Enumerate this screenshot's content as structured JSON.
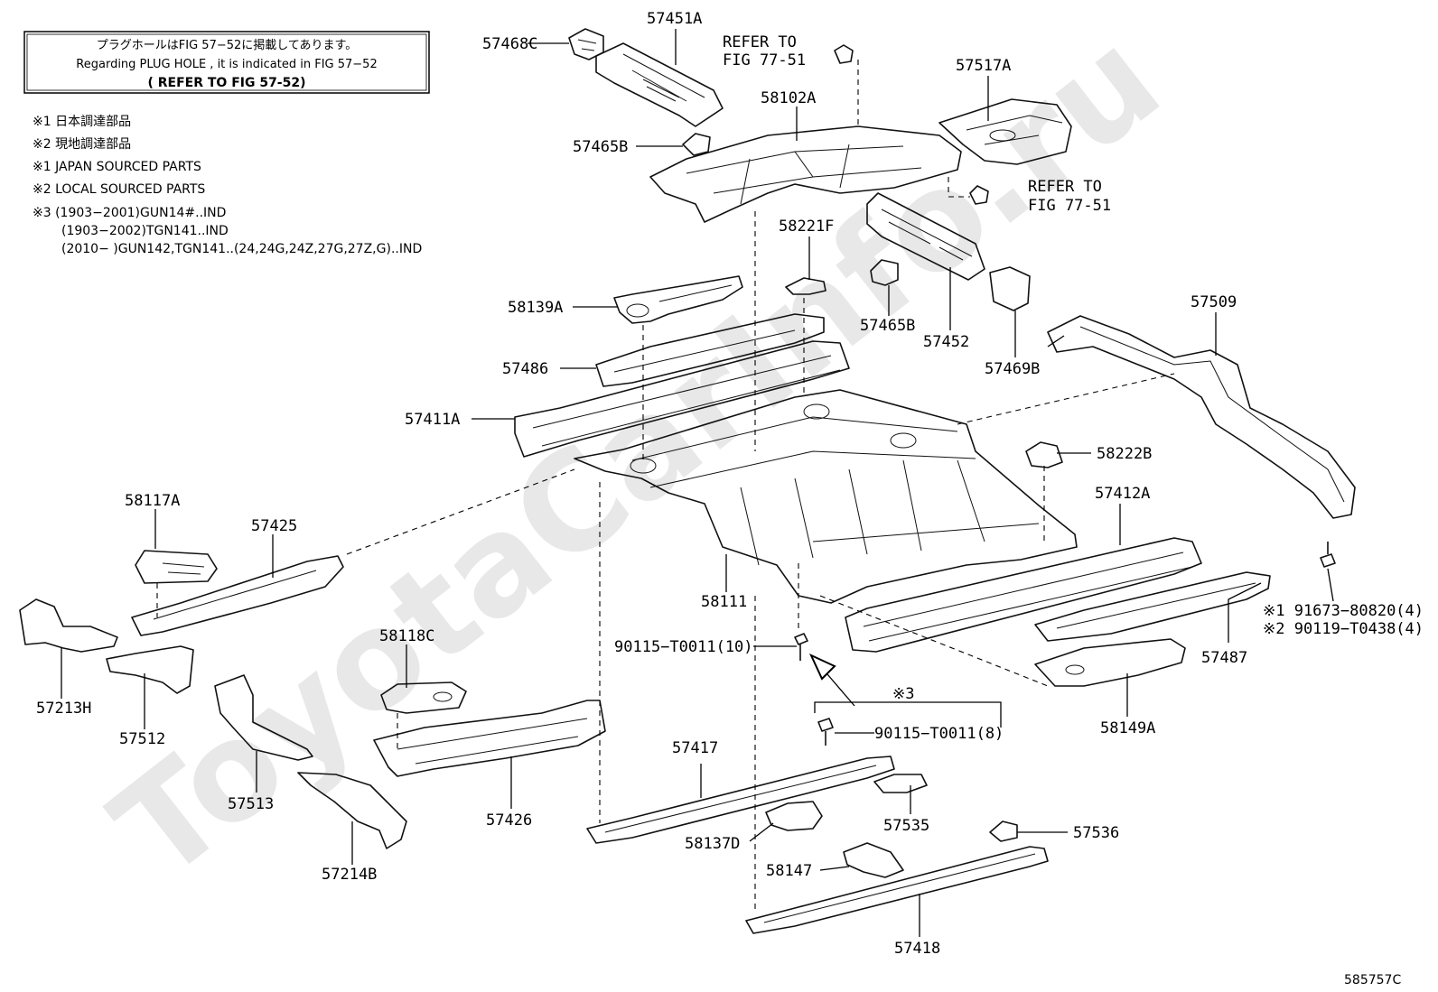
{
  "notice": {
    "line1": "プラグホールはFIG 57−52に掲載してあります。",
    "line2": "Regarding  PLUG HOLE , it is indicated in FIG 57−52",
    "line3": "( REFER TO FIG 57-52)"
  },
  "legend": [
    "※1  日本調達部品",
    "※2  現地調達部品",
    "※1  JAPAN SOURCED PARTS",
    "※2  LOCAL SOURCED PARTS",
    "※3 (1903−2001)GUN14#..IND",
    "(1903−2002)TGN141..IND",
    "(2010−         )GUN142,TGN141..(24,24G,24Z,27G,27Z,G)..IND"
  ],
  "watermark": "ToyotaCarInfo.ru",
  "refer_top": [
    "REFER TO",
    "FIG 77-51"
  ],
  "refer_right": [
    "REFER TO",
    "FIG 77-51"
  ],
  "parts": {
    "p57468C": "57468C",
    "p57451A": "57451A",
    "p57517A": "57517A",
    "p58102A": "58102A",
    "p57465B_top": "57465B",
    "p58221F": "58221F",
    "p57465B_mid": "57465B",
    "p57452": "57452",
    "p57469B": "57469B",
    "p58139A": "58139A",
    "p57509": "57509",
    "p57486": "57486",
    "p57411A": "57411A",
    "p58222B": "58222B",
    "p58117A": "58117A",
    "p57425": "57425",
    "p57412A": "57412A",
    "p58111": "58111",
    "p91673": "※1 91673−80820(4)",
    "p90119": "※2 90119−T0438(4)",
    "p90115_10": "90115−T0011(10)",
    "p58118C": "58118C",
    "p57487": "57487",
    "p57213H": "57213H",
    "p57512": "57512",
    "p58149A": "58149A",
    "p_ref3": "※3",
    "p90115_8": "90115−T0011(8)",
    "p57417": "57417",
    "p57513": "57513",
    "p57426": "57426",
    "p57535": "57535",
    "p57536": "57536",
    "p58137D": "58137D",
    "p57214B": "57214B",
    "p58147": "58147",
    "p57418": "57418"
  },
  "figure_code": "585757C"
}
